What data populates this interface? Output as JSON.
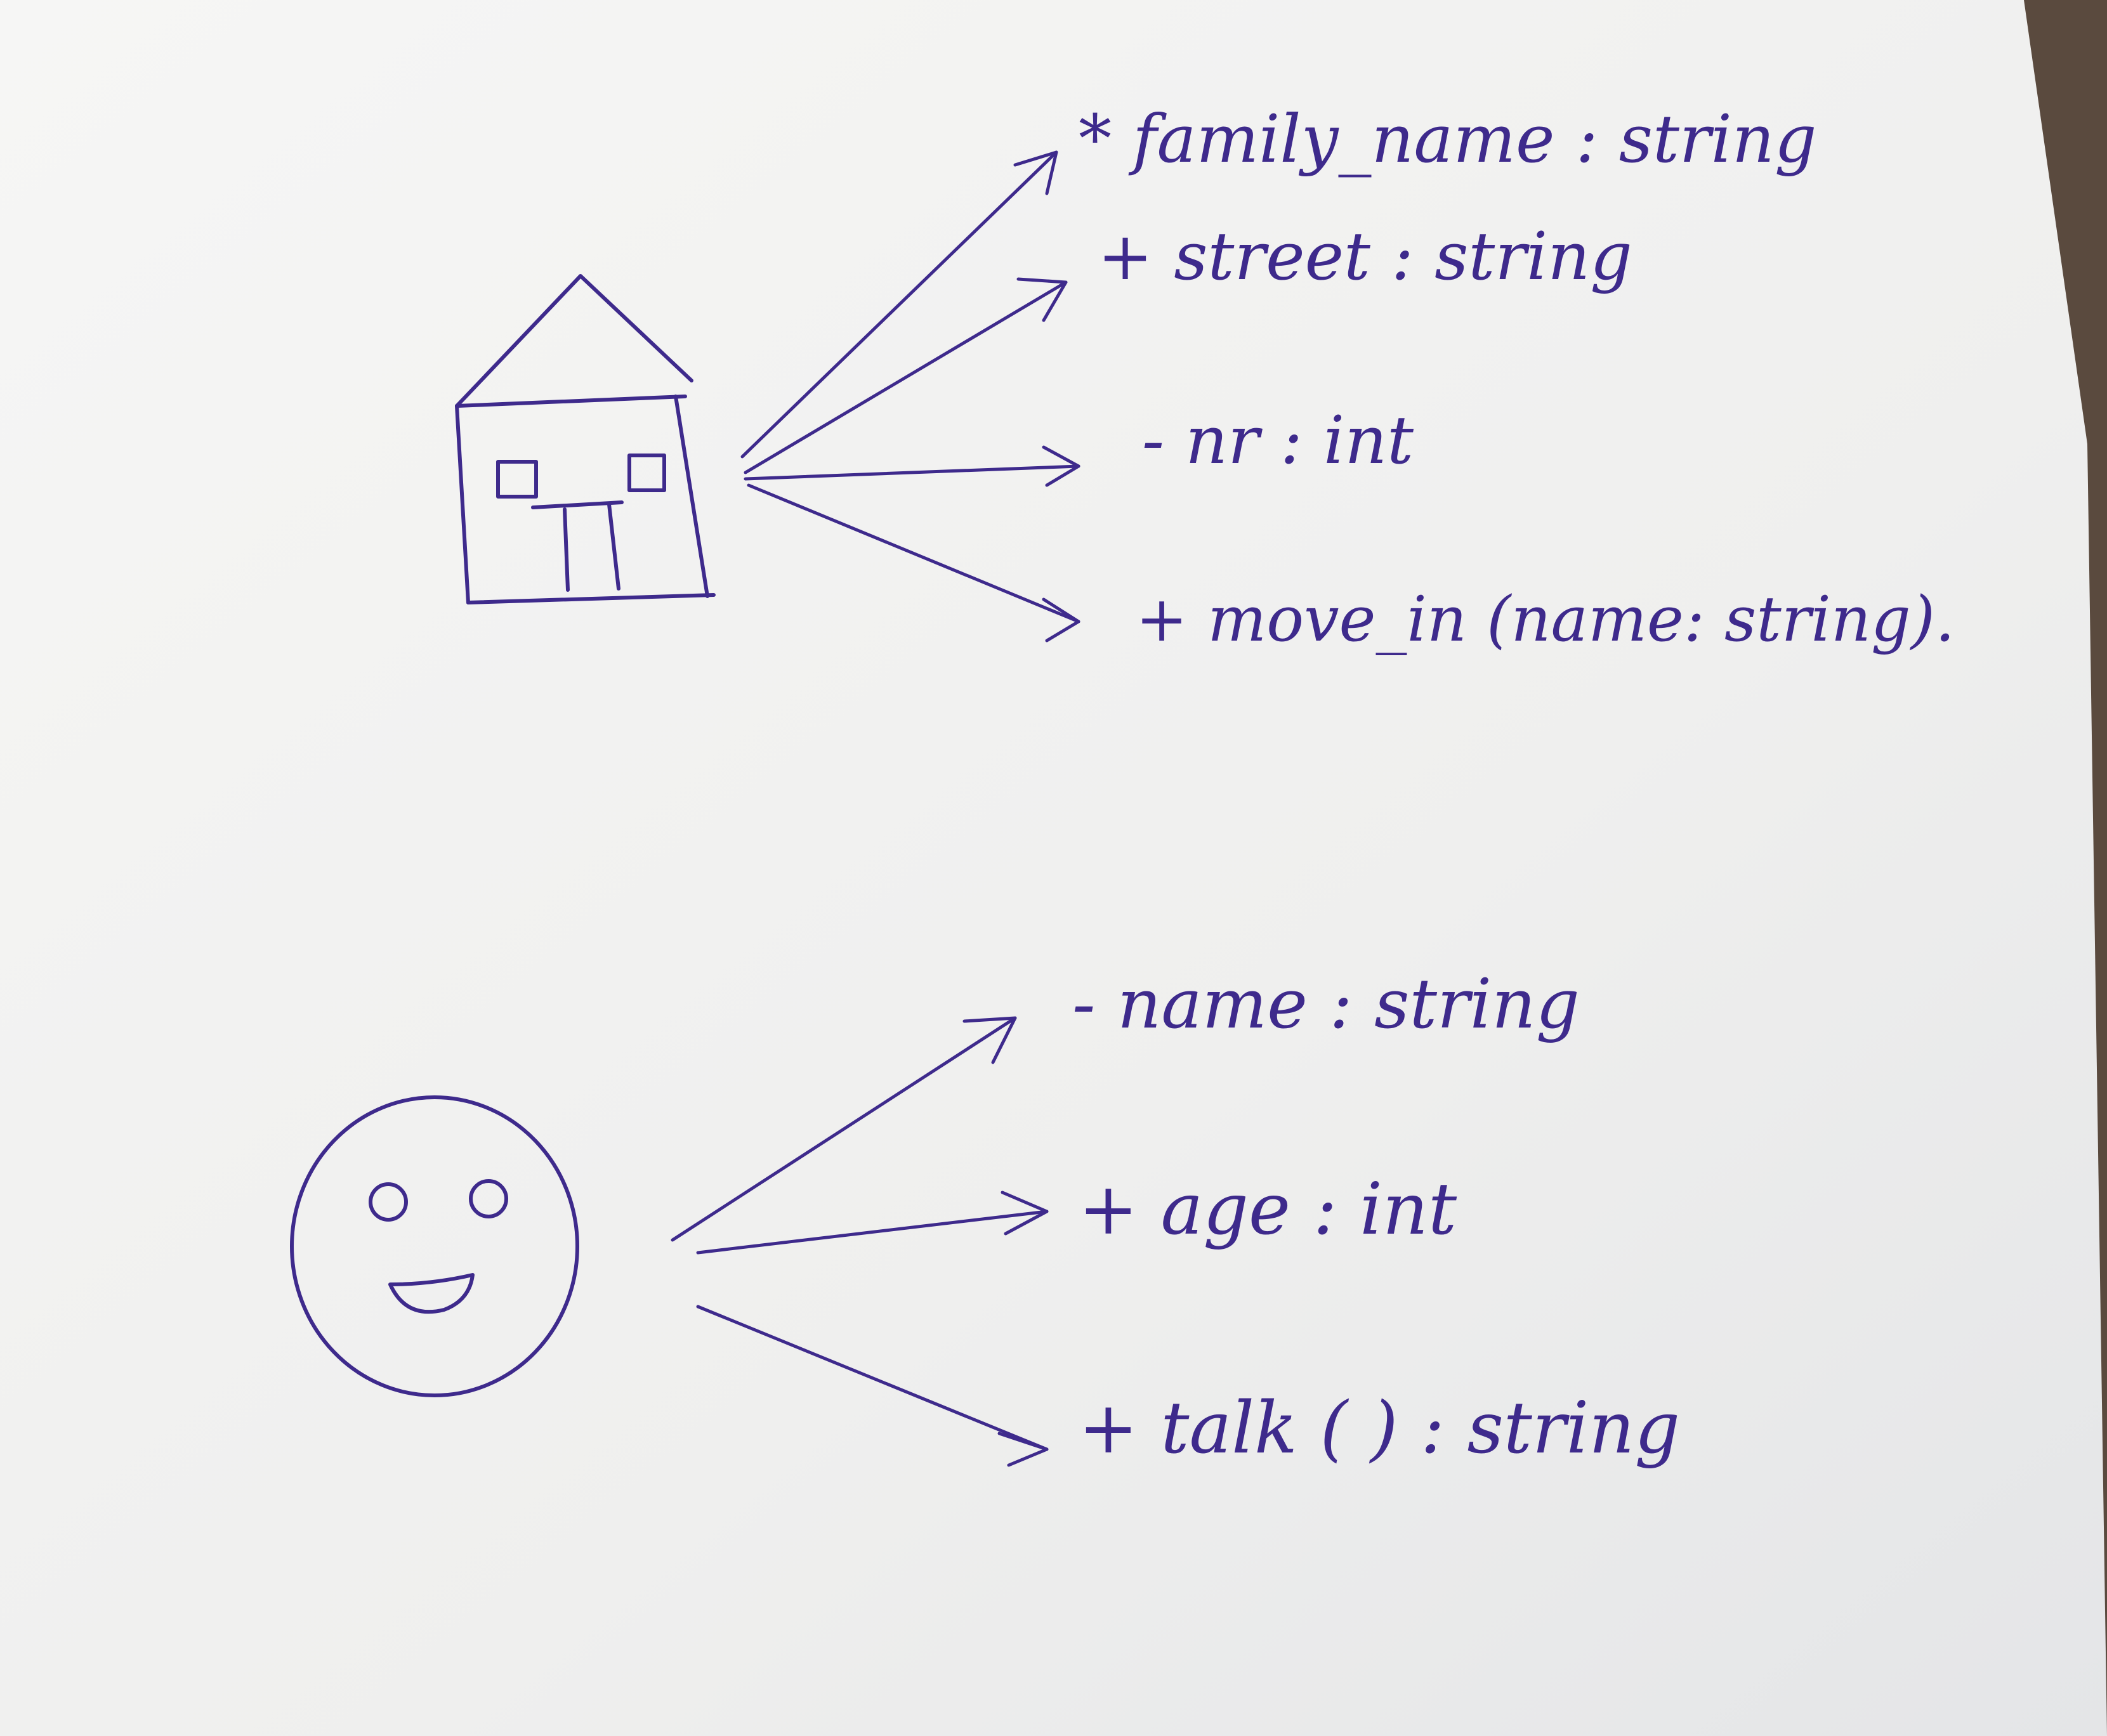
{
  "colors": {
    "ink": "#3e2a8c",
    "paper": "#f4f4f2",
    "paper_shadow": "#e6e7e8",
    "table_wood": "#5a4a3e"
  },
  "icons": {
    "house": "house-icon",
    "face": "smiley-face-icon"
  },
  "house_class": {
    "members": [
      {
        "text": "* family_name : string"
      },
      {
        "text": "+ street : string"
      },
      {
        "text": "- nr : int"
      },
      {
        "text": "+ move_in (name: string)."
      }
    ]
  },
  "person_class": {
    "members": [
      {
        "text": "- name : string"
      },
      {
        "text": "+ age : int"
      },
      {
        "text": "+ talk ( ) : string"
      }
    ]
  }
}
